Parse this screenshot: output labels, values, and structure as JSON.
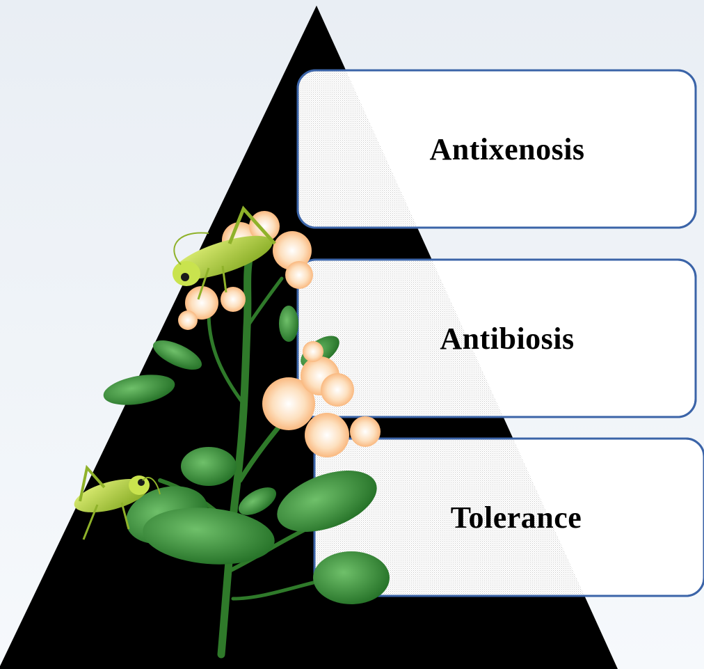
{
  "diagram": {
    "tiers": [
      {
        "label": "Antixenosis"
      },
      {
        "label": "Antibiosis"
      },
      {
        "label": "Tolerance"
      }
    ]
  },
  "colors": {
    "background_top": "#e9eef4",
    "background_bottom": "#f6f9fc",
    "pyramid": "#000000",
    "box_border": "#3b64a8",
    "box_fill": "#ffffff",
    "leaf": "#3f8f3a",
    "stem": "#2f7a2a",
    "petal": "#fbc590",
    "petal_center": "#ffffff",
    "grasshopper": "#b5d83a"
  }
}
